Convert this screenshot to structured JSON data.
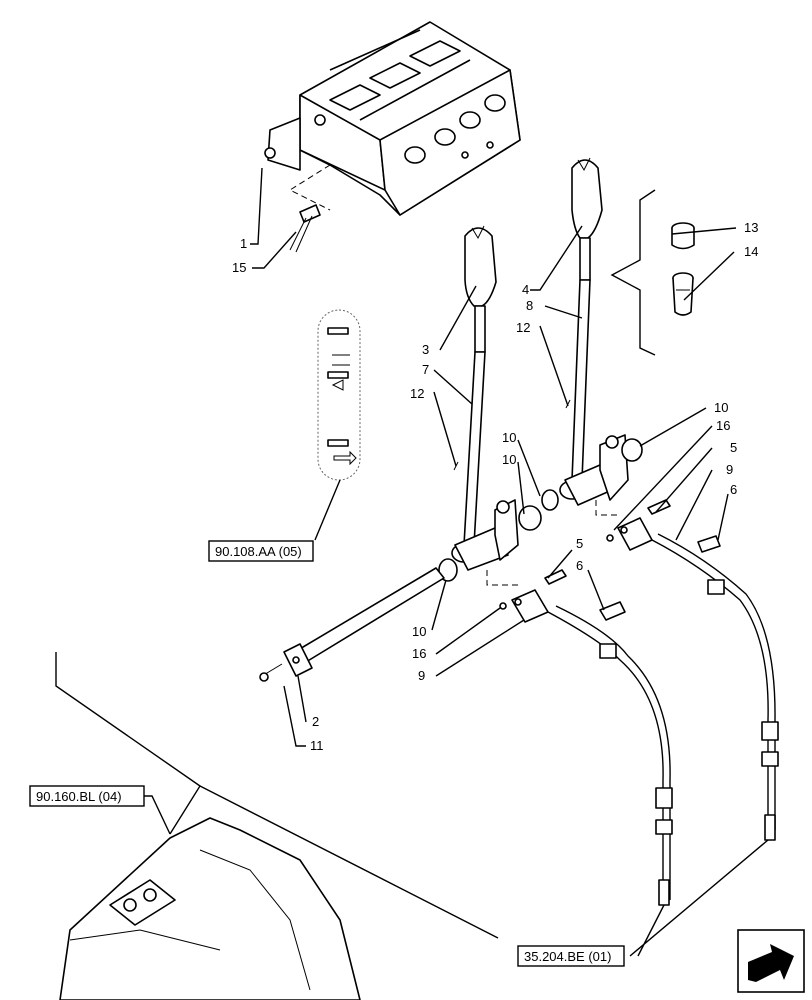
{
  "callouts": {
    "c1": "1",
    "c15": "15",
    "c13": "13",
    "c14": "14",
    "c4": "4",
    "c8": "8",
    "c12a": "12",
    "c3": "3",
    "c7": "7",
    "c12b": "12",
    "c10a": "10",
    "c16a": "16",
    "c5a": "5",
    "c9a": "9",
    "c6a": "6",
    "c10b": "10",
    "c10c": "10",
    "c5b": "5",
    "c6b": "6",
    "c10d": "10",
    "c16b": "16",
    "c9b": "9",
    "c2": "2",
    "c11": "11"
  },
  "references": {
    "ref_detail": "90.108.AA (05)",
    "ref_cab": "90.160.BL (04)",
    "ref_cable": "35.204.BE (01)"
  }
}
